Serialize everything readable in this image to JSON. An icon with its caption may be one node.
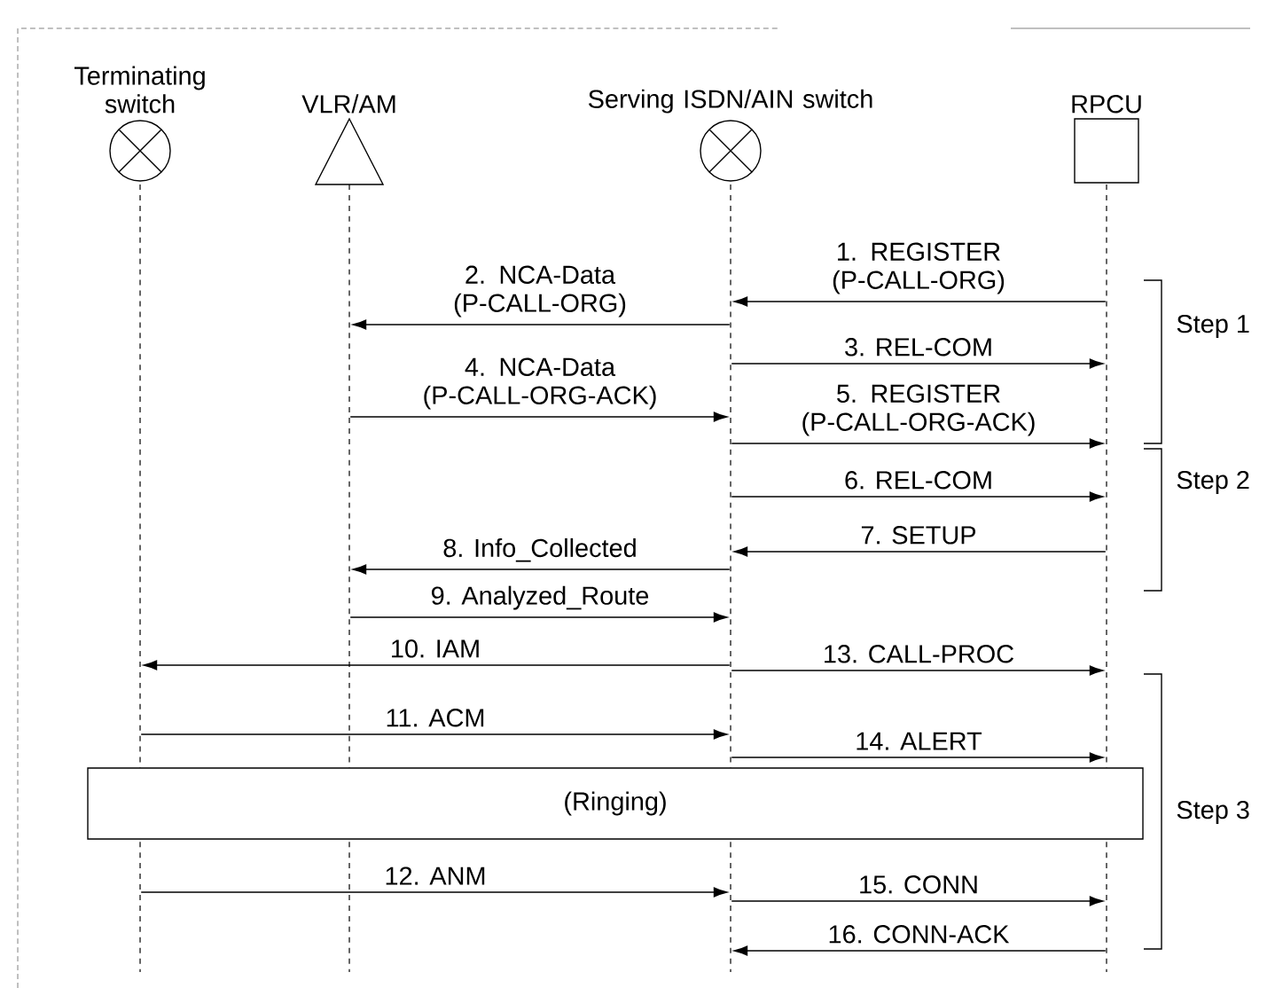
{
  "diagram": {
    "nodes": [
      {
        "text": [
          "Terminating switch"
        ]
      },
      {
        "text": [
          "VLR/AM"
        ]
      },
      {
        "text": [
          "Serving ISDN/AIN switch"
        ]
      },
      {
        "text": [
          "RPCU"
        ]
      },
      {
        "text": [],
        "shape": "line"
      },
      {
        "text": [],
        "shape": "line"
      },
      {
        "text": [],
        "shape": "line"
      },
      {
        "text": [],
        "shape": "line"
      },
      {
        "text": [
          "(Ringing)"
        ]
      }
    ],
    "edges": [
      {
        "from": 7,
        "to": 6,
        "arrow": "to",
        "label": "1. REGISTER (P-CALL-ORG)"
      },
      {
        "from": 6,
        "to": 5,
        "arrow": "to",
        "label": "2. NCA-Data (P-CALL-ORG)"
      },
      {
        "from": 6,
        "to": 7,
        "arrow": "to",
        "label": "3. REL-COM"
      },
      {
        "from": 5,
        "to": 6,
        "arrow": "to",
        "label": "4. NCA-Data (P-CALL-ORG-ACK)"
      },
      {
        "from": 6,
        "to": 7,
        "arrow": "to",
        "label": "5. REGISTER (P-CALL-ORG-ACK)"
      },
      {
        "from": 6,
        "to": 7,
        "arrow": "to",
        "label": "6. REL-COM"
      },
      {
        "from": 7,
        "to": 6,
        "arrow": "to",
        "label": "7. SETUP"
      },
      {
        "from": 6,
        "to": 5,
        "arrow": "to",
        "label": "8. Info_Collected"
      },
      {
        "from": 5,
        "to": 6,
        "arrow": "to",
        "label": "9. Analyzed_Route"
      },
      {
        "from": 6,
        "to": 4,
        "arrow": "to",
        "label": "10. IAM"
      },
      {
        "from": 4,
        "to": 6,
        "arrow": "to",
        "label": "11. ACM"
      },
      {
        "from": 4,
        "to": 6,
        "arrow": "to",
        "label": "12. ANM"
      },
      {
        "from": 6,
        "to": 7,
        "arrow": "to",
        "label": "13. CALL-PROC"
      },
      {
        "from": 6,
        "to": 7,
        "arrow": "to",
        "label": "14. ALERT"
      },
      {
        "from": 6,
        "to": 7,
        "arrow": "to",
        "label": "15. CONN"
      },
      {
        "from": 7,
        "to": 6,
        "arrow": "to",
        "label": "16. CONN-ACK"
      }
    ],
    "labels": [
      "Step 1",
      "Step 2",
      "Step 3"
    ]
  }
}
